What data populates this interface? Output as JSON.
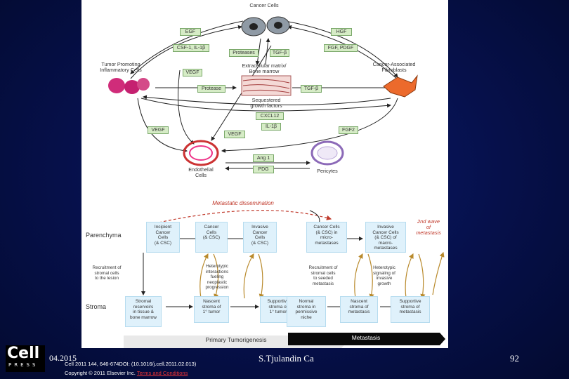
{
  "slide": {
    "top": {
      "cancer_cells": "Cancer Cells",
      "box_egf": "EGF",
      "box_csf": "CSF-1, IL-1β",
      "box_proteases": "Proteases",
      "box_tgfb_top": "TGF-β",
      "box_hgf": "HGF",
      "box_fgf_pdgf": "FGF, PDGF",
      "tumor_promoting": "Tumor Promoting\nInflammatory Cells",
      "box_vegf_left": "VEGF",
      "ecm": "Extracellular matrix/\nBone marrow",
      "cancer_fibro": "Cancer-Associated\nFibroblasts",
      "box_protease_mid": "Protease",
      "sequestered": "Sequestered\ngrowth factors",
      "box_tgfb_mid": "TGF-β",
      "box_cxcl12": "CXCL12",
      "box_il1b": "IL-1β",
      "box_vegf_low_left": "VEGF",
      "box_vegf_low_mid": "VEGF",
      "box_fgf2": "FGF2",
      "box_ang1": "Ang 1",
      "box_pdgf": "PDG",
      "endothelial": "Endothelial\nCells",
      "pericytes": "Pericytes"
    },
    "bottom": {
      "metastatic": "Metastatic dissemination",
      "parenchyma": "Parenchyma",
      "stroma": "Stroma",
      "second_wave": "2nd wave\nof\nmetastasis",
      "par_boxes": [
        "Incipient\nCancer\nCells\n(& CSC)",
        "Cancer\nCells\n(& CSC)",
        "Invasive\nCancer\nCells\n(& CSC)",
        "Cancer Cells\n(& CSC) in\nmicro-\nmetastases",
        "Invasive\nCancer Cells\n(& CSC) of\nmacro-\nmetastases"
      ],
      "str_boxes": [
        "Stromal\nreservoirs\nin tissue &\nbone marrow",
        "Nascent\nstroma of\n1° tumor",
        "Supportive\nstroma of\n1° tumor",
        "Normal\nstroma in\npermissive\nniche",
        "Nascent\nstroma of\nmetastasis",
        "Supportive\nstroma of\nmetastasis"
      ],
      "notes": [
        "Recruitment of\nstromal cells\nto the lesion",
        "Heterotypic\ninteractions\nfueling\nneoplastic\nprogression",
        "Recruitment of\nstromal cells\nto seeded\nmetastasis",
        "Heterotypic\nsignaling of\ninvasive\ngrowth"
      ],
      "primary": "Primary Tumorigenesis",
      "metastasis": "Metastasis"
    }
  },
  "footer": {
    "logo_top": "Cell",
    "logo_bottom": "PRESS",
    "date": "04.2015",
    "citation": "Cell 2011 144, 646-674DOI: (10.1016/j.cell.2011.02.013)",
    "copyright": "Copyright © 2011 Elsevier Inc.",
    "terms": "Terms and Conditions",
    "author": "S.Tjulandin Ca",
    "page": "92"
  }
}
